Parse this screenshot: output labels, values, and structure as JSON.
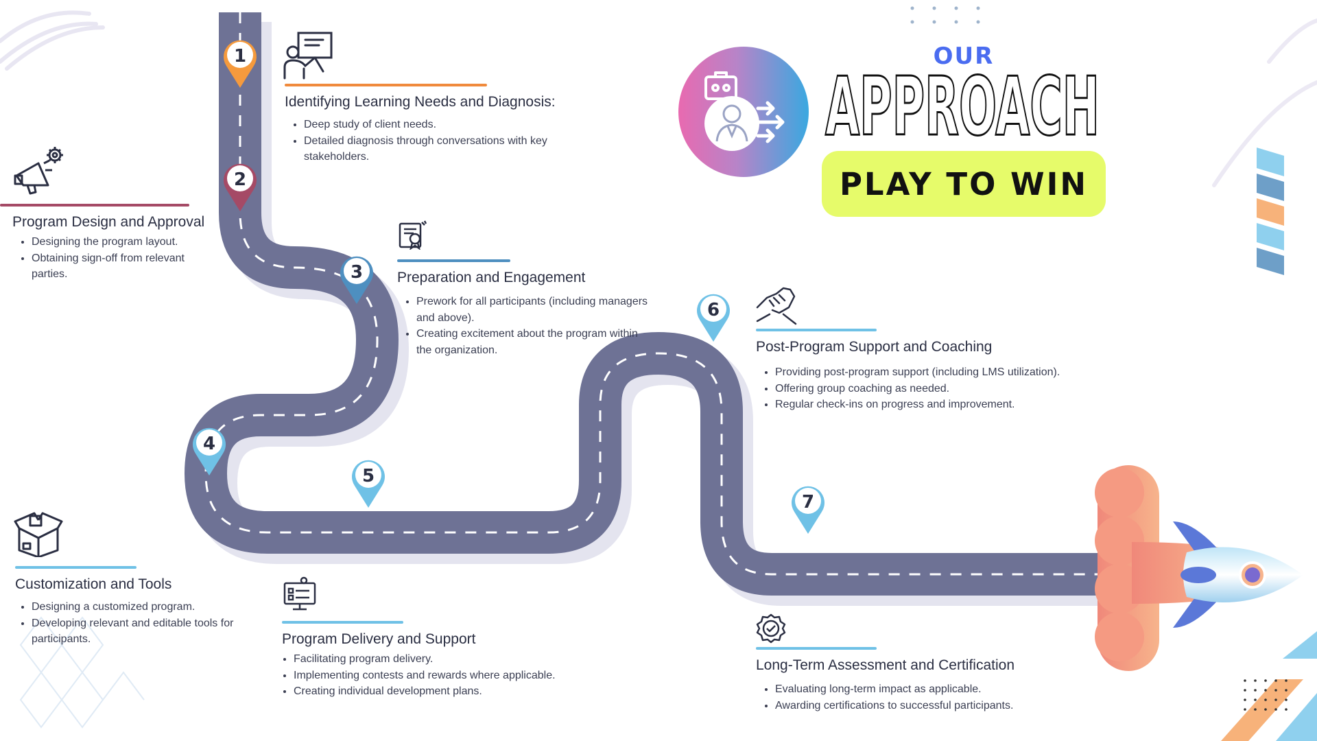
{
  "hero": {
    "kicker": "OUR",
    "title": "APPROACH",
    "cta_label": "PLAY TO WIN"
  },
  "markers": [
    "1",
    "2",
    "3",
    "4",
    "5",
    "6",
    "7"
  ],
  "steps": [
    {
      "number": "1",
      "title": "Identifying Learning Needs and Diagnosis:",
      "bullets": [
        "Deep study of client needs.",
        "Detailed diagnosis through conversations with key stakeholders."
      ],
      "icon": "presentation-icon",
      "accent": "#f08a3c"
    },
    {
      "number": "2",
      "title": "Program Design and Approval",
      "bullets": [
        "Designing the program layout.",
        "Obtaining sign-off from relevant parties."
      ],
      "icon": "megaphone-gear-icon",
      "accent": "#a54a66"
    },
    {
      "number": "3",
      "title": "Preparation and Engagement",
      "bullets": [
        "Prework for all participants (including managers and above).",
        "Creating excitement about the program within the organization."
      ],
      "icon": "certificate-scroll-icon",
      "accent": "#4e8fc0"
    },
    {
      "number": "4",
      "title": "Customization and Tools",
      "bullets": [
        "Designing a customized program.",
        "Developing relevant and editable tools for participants."
      ],
      "icon": "open-box-icon",
      "accent": "#6fc1e6"
    },
    {
      "number": "5",
      "title": "Program Delivery and Support",
      "bullets": [
        "Facilitating program delivery.",
        "Implementing contests and rewards where applicable.",
        "Creating individual development plans."
      ],
      "icon": "monitor-checklist-icon",
      "accent": "#6fc1e6"
    },
    {
      "number": "6",
      "title": "Post-Program Support and Coaching",
      "bullets": [
        "Providing post-program support (including LMS utilization).",
        "Offering group coaching as needed.",
        "Regular check-ins on progress and improvement."
      ],
      "icon": "handshake-icon",
      "accent": "#6fc1e6"
    },
    {
      "number": "7",
      "title": "Long-Term Assessment and Certification",
      "bullets": [
        "Evaluating long-term impact as applicable.",
        "Awarding certifications to successful participants."
      ],
      "icon": "badge-check-icon",
      "accent": "#6fc1e6"
    }
  ],
  "colors": {
    "road": "#6e7295",
    "road_shadow": "#e4e4ef",
    "road_dash": "#ffffff",
    "cta_bg": "#e6fb6a",
    "kicker": "#4a6cf0"
  }
}
